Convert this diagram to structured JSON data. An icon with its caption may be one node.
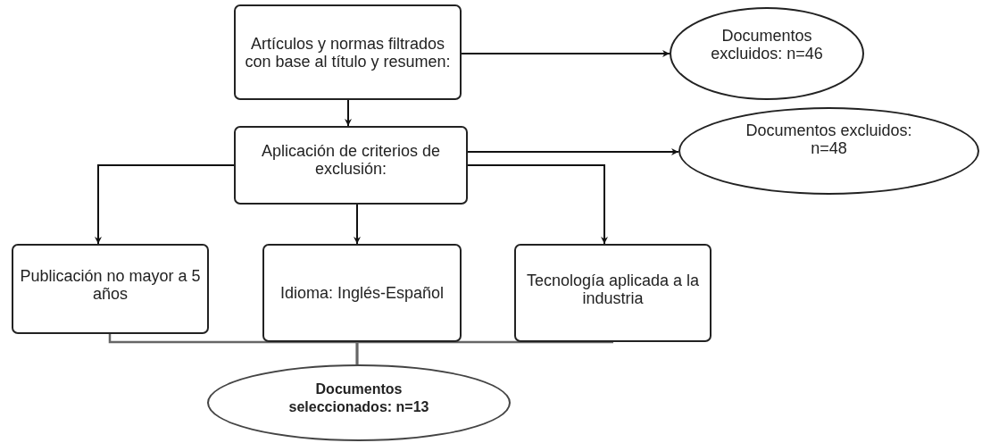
{
  "diagram": {
    "nodes": [
      {
        "text": [
          "Artículos y normas filtrados con base al título y resumen:"
        ]
      },
      {
        "text": [
          "Documentos excluidos: n=46"
        ]
      },
      {
        "text": [
          "Aplicación de criterios de exclusión:"
        ]
      },
      {
        "text": [
          "Documentos excluidos: n=48"
        ]
      },
      {
        "text": [
          "Publicación no mayor a 5 años"
        ]
      },
      {
        "text": [
          "Idioma: Inglés-Español"
        ]
      },
      {
        "text": [
          "Tecnología aplicada a la industria"
        ]
      },
      {
        "text": [
          "Documentos seleccionados: n=13"
        ]
      }
    ],
    "edges": [
      {
        "from": 0,
        "to": 1,
        "arrow": "to"
      },
      {
        "from": 0,
        "to": 2,
        "arrow": "to"
      },
      {
        "from": 2,
        "to": 3,
        "arrow": "to"
      },
      {
        "from": 2,
        "to": 4,
        "arrow": "to"
      },
      {
        "from": 2,
        "to": 5,
        "arrow": "to"
      },
      {
        "from": 2,
        "to": 6,
        "arrow": "to"
      },
      {
        "from": 4,
        "to": 7,
        "arrow": "none",
        "color": "#666666"
      },
      {
        "from": 5,
        "to": 7,
        "arrow": "none",
        "color": "#666666"
      },
      {
        "from": 6,
        "to": 7,
        "arrow": "none",
        "color": "#666666"
      }
    ]
  }
}
